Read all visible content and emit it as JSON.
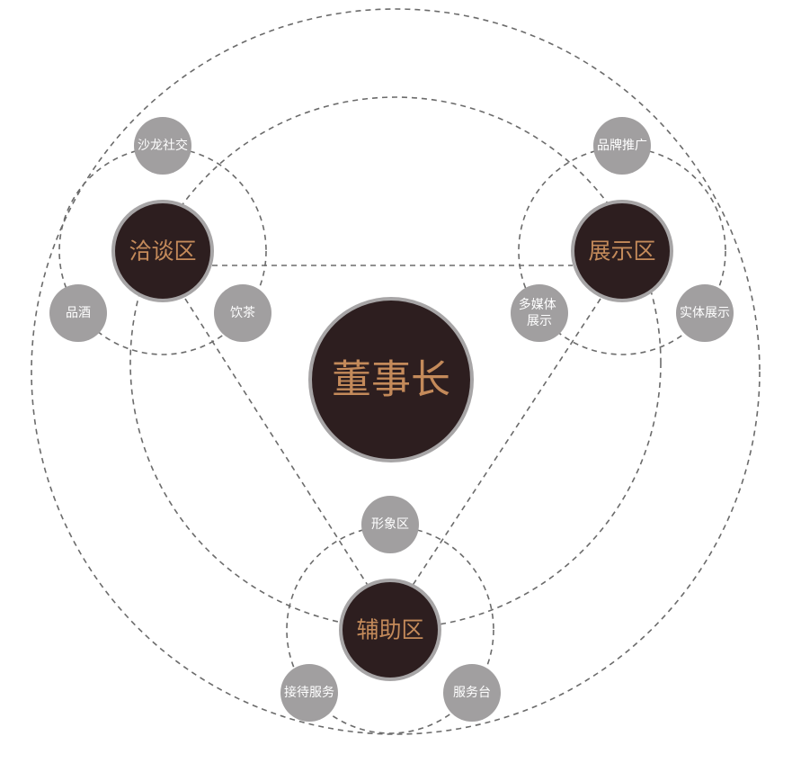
{
  "center": {
    "label": "董事长"
  },
  "hubs": [
    {
      "id": "negotiation",
      "label": "洽谈区"
    },
    {
      "id": "exhibition",
      "label": "展示区"
    },
    {
      "id": "auxiliary",
      "label": "辅助区"
    }
  ],
  "satellites": [
    {
      "id": "salon",
      "label": "沙龙社交"
    },
    {
      "id": "wine",
      "label": "品酒"
    },
    {
      "id": "tea",
      "label": "饮茶"
    },
    {
      "id": "brand",
      "label": "品牌推广"
    },
    {
      "id": "multimedia",
      "label": [
        "多媒体",
        "展示"
      ]
    },
    {
      "id": "physical",
      "label": "实体展示"
    },
    {
      "id": "image",
      "label": "形象区"
    },
    {
      "id": "reception",
      "label": "接待服务"
    },
    {
      "id": "service-desk",
      "label": "服务台"
    }
  ],
  "colors": {
    "hub_fill": "#2d1e1f",
    "hub_ring": "#a7a5a6",
    "hub_text": "#c48a5a",
    "satellite_fill": "#a19fa0",
    "satellite_text": "#ffffff",
    "dash_line": "#6b6b6b"
  }
}
